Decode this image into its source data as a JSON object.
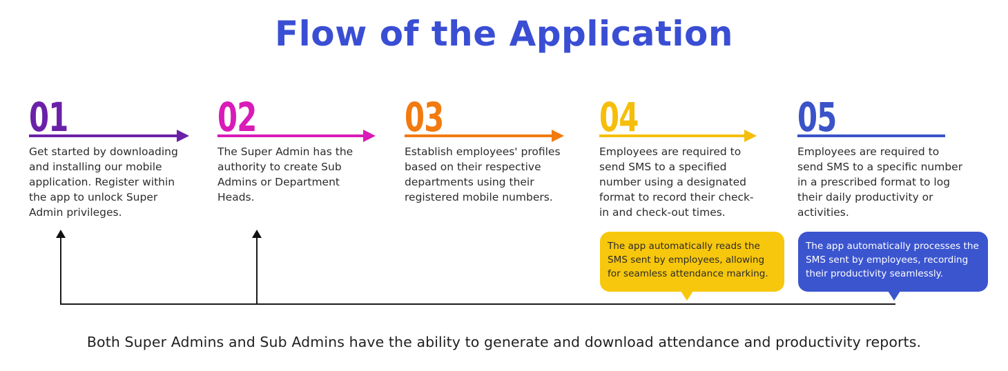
{
  "title": "Flow of the Application",
  "colors": {
    "title": "#3a4ed4",
    "step1": "#6a21a8",
    "step2": "#d91bb8",
    "step3": "#f27a0f",
    "step4": "#f5be0a",
    "step5": "#3a53c8",
    "note4_bg": "#f7c70d",
    "note5_bg": "#3b55cf"
  },
  "steps": [
    {
      "number": "01",
      "text": "Get started by downloading and installing our mobile application. Register within the app to unlock Super Admin privileges."
    },
    {
      "number": "02",
      "text": "The Super Admin has the authority to create Sub Admins or Department Heads."
    },
    {
      "number": "03",
      "text": "Establish employees' profiles based on their respective departments using their registered mobile numbers."
    },
    {
      "number": "04",
      "text": "Employees are required to send SMS to a specified number using a designated format to record their check-in and check-out times."
    },
    {
      "number": "05",
      "text": "Employees are required to send SMS to a specific number in a prescribed format to log their daily productivity or activities."
    }
  ],
  "notes": [
    {
      "text": "The app automatically reads the SMS sent by employees, allowing for seamless attendance marking."
    },
    {
      "text": "The app automatically processes the SMS sent by employees, recording their productivity seamlessly."
    }
  ],
  "footer": "Both Super Admins and Sub Admins have the ability to generate and download attendance and productivity reports."
}
